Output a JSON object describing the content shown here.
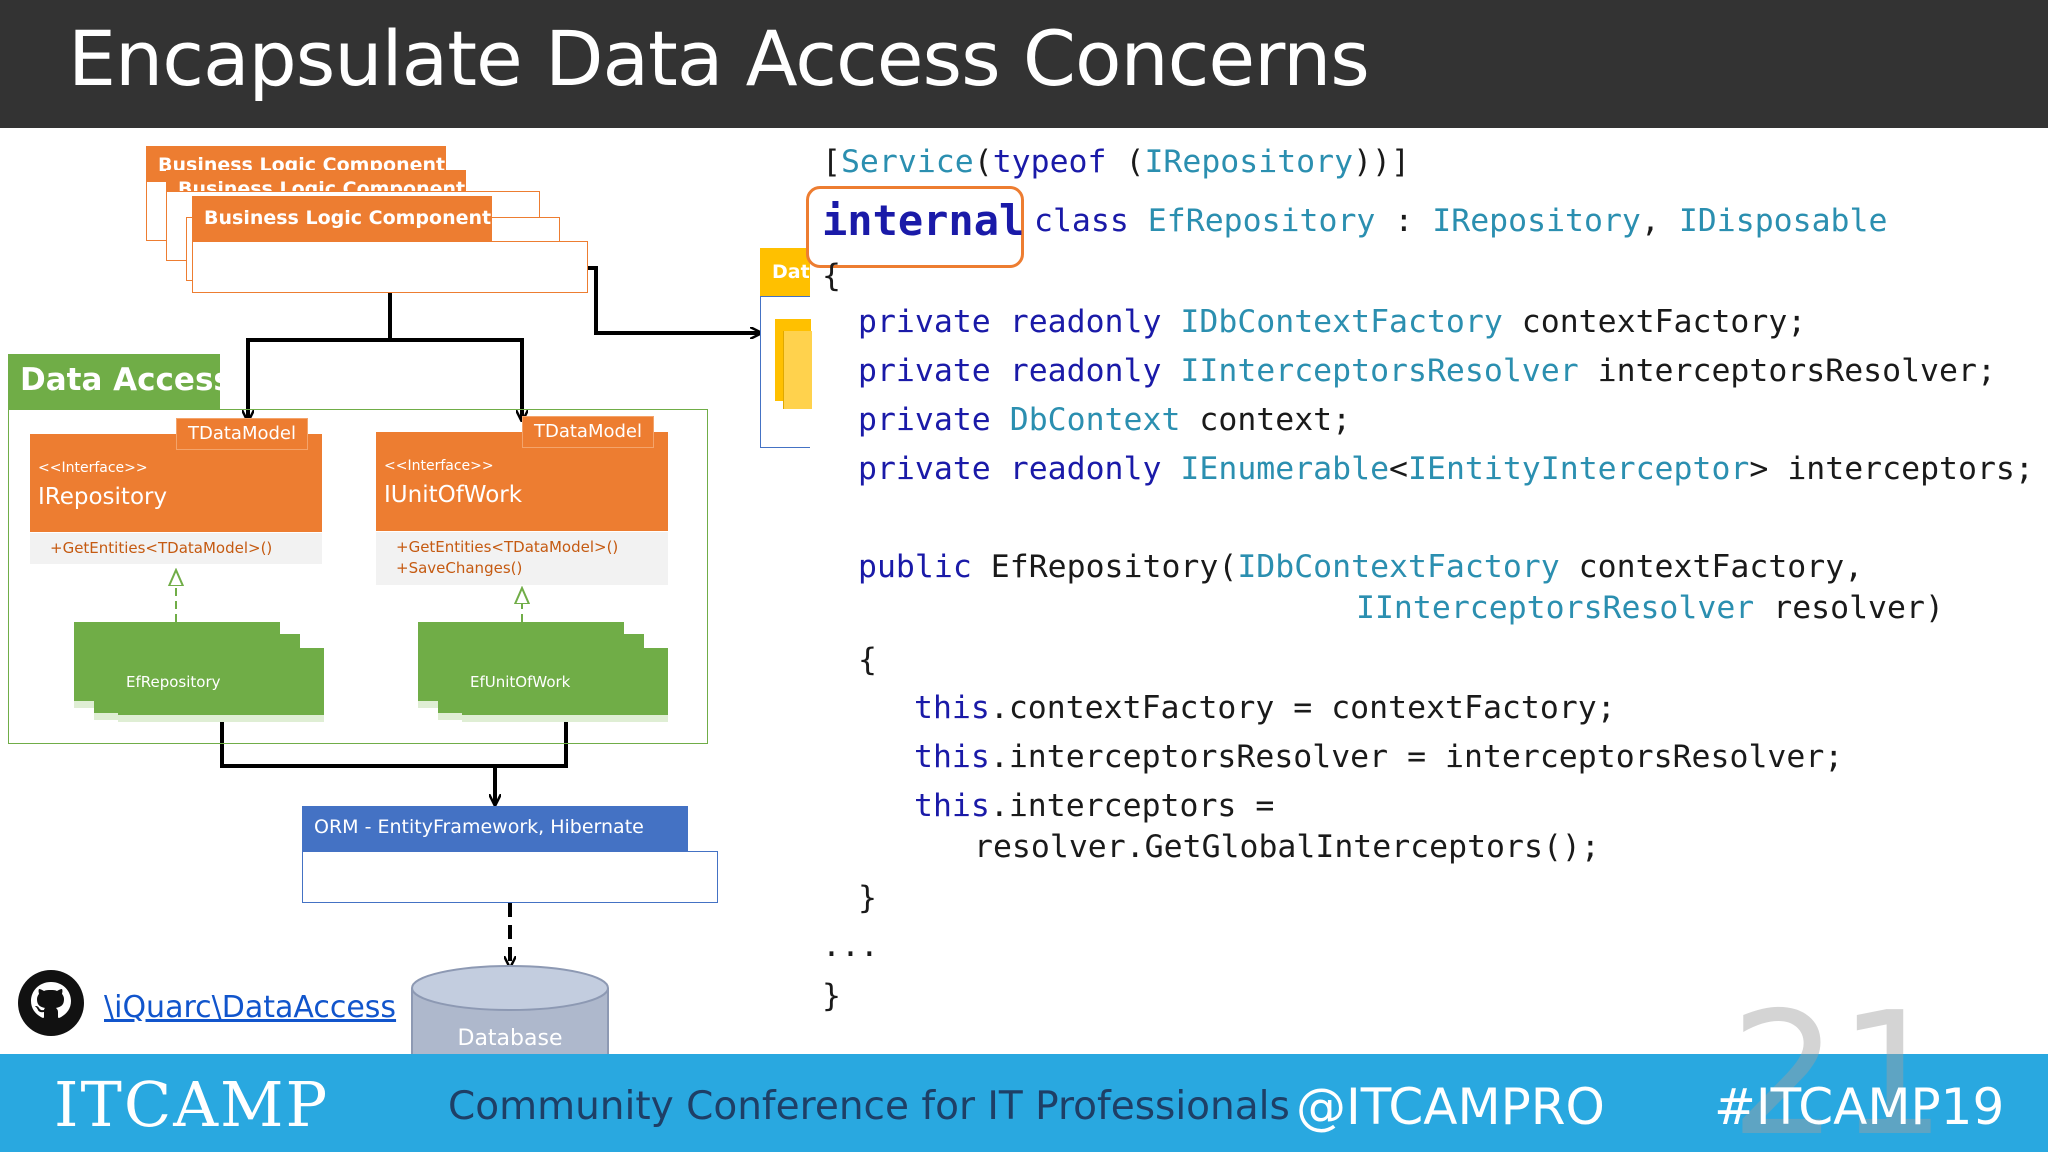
{
  "slide": {
    "title": "Encapsulate Data Access Concerns",
    "page_number": "21"
  },
  "diagram": {
    "business_logic_label": "Business Logic Component",
    "data_access_label": "Data Access",
    "partial_label": "Dat",
    "repository": {
      "type_param": "TDataModel",
      "stereotype": "<<Interface>>",
      "name": "IRepository",
      "methods": [
        "+GetEntities<TDataModel>()"
      ],
      "implementation": "EfRepository"
    },
    "unit_of_work": {
      "type_param": "TDataModel",
      "stereotype": "<<Interface>>",
      "name": "IUnitOfWork",
      "methods": [
        "+GetEntities<TDataModel>()",
        "+SaveChanges()"
      ],
      "implementation": "EfUnitOfWork"
    },
    "orm_label": "ORM -  EntityFramework, Hibernate",
    "database_label": "Database"
  },
  "repo_link": "\\iQuarc\\DataAccess",
  "code": {
    "attr_open": "[",
    "attr_service": "Service",
    "attr_paren": "(",
    "attr_typeof": "typeof",
    "attr_space": " (",
    "attr_type": "IRepository",
    "attr_close": "))]",
    "internal_kw": "internal",
    "class_kw": "class",
    "class_name": "EfRepository",
    "colon": " : ",
    "iface1": "IRepository",
    "comma": ", ",
    "iface2": "IDisposable",
    "open_brace": "{",
    "private_kw": "private",
    "readonly_kw": "readonly",
    "type_factory": "IDbContextFactory",
    "field_factory": " contextFactory;",
    "type_resolver": "IInterceptorsResolver",
    "field_resolver": " interceptorsResolver;",
    "type_context": "DbContext",
    "field_context": " context;",
    "type_enum": "IEnumerable",
    "lt": "<",
    "type_interceptor": "IEntityInterceptor",
    "gt": ">",
    "field_interceptors": " interceptors;",
    "public_kw": "public",
    "ctor_name": " EfRepository(",
    "param1": " contextFactory,",
    "param2": " resolver)",
    "ctor_open": "{",
    "this_kw": "this",
    "assign1": ".contextFactory = contextFactory;",
    "assign2": ".interceptorsResolver = interceptorsResolver;",
    "assign3": ".interceptors =",
    "assign3b": "resolver.GetGlobalInterceptors();",
    "ctor_close": "}",
    "ellipsis": "...",
    "close_brace": "}"
  },
  "footer": {
    "logo_text": "ITCAMP",
    "tagline": "Community Conference for IT Professionals",
    "handle": "@ITCAMPRO",
    "hashtag": "#ITCAMP19"
  },
  "colors": {
    "header_bg": "#333333",
    "footer_bg": "#29a8e0",
    "orange": "#ed7d31",
    "green": "#70ad47",
    "blue": "#4472c4",
    "keyword": "#1a1aa8",
    "type": "#2b8fb0"
  },
  "icons": {
    "github": "github-icon"
  }
}
